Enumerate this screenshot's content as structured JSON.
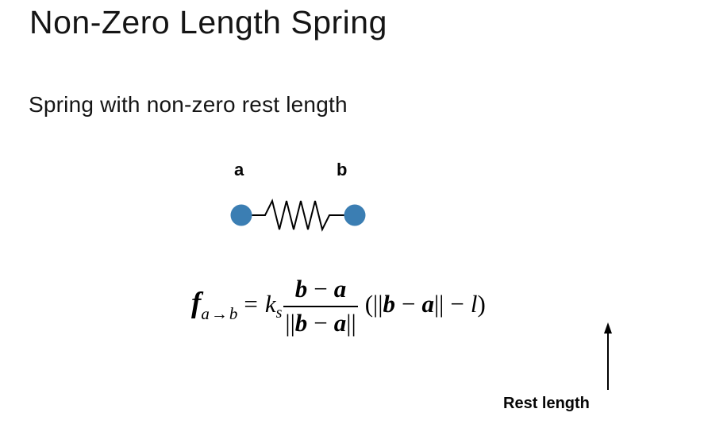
{
  "slide": {
    "title": "Non-Zero Length Spring",
    "subtitle": "Spring with non-zero rest length"
  },
  "diagram": {
    "label_a": "a",
    "label_b": "b",
    "node_color": "#3b7eb3",
    "line_color": "#000000"
  },
  "formula": {
    "force": "f",
    "force_sub": "a→b",
    "equals": "=",
    "stiffness": "k",
    "stiffness_sub": "s",
    "numerator": [
      "b",
      "−",
      "a"
    ],
    "denominator": [
      "||",
      "b",
      "−",
      "a",
      "||"
    ],
    "tail": [
      "(",
      "||",
      "b",
      "−",
      "a",
      "||",
      "−",
      "l",
      ")"
    ]
  },
  "annotation": {
    "rest_length": "Rest length"
  }
}
